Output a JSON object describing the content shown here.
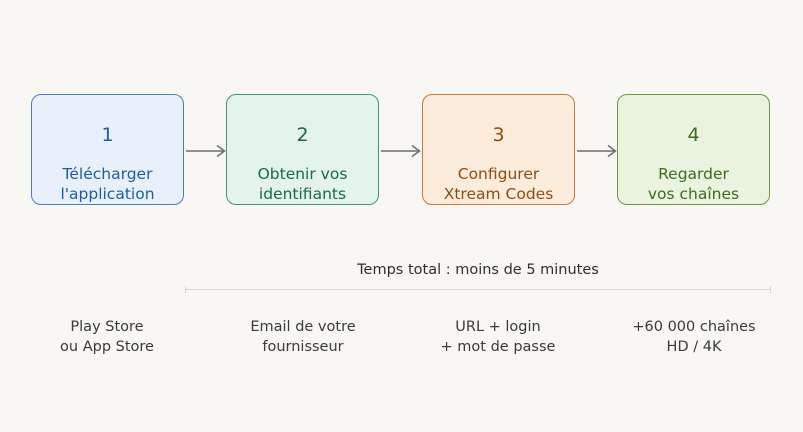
{
  "steps": [
    {
      "number": "1",
      "line1": "Télécharger",
      "line2": "l'application",
      "bg": "#e8f1fb",
      "border": "#4a7fc0",
      "text": "#1f5c9e"
    },
    {
      "number": "2",
      "line1": "Obtenir vos",
      "line2": "identifiants",
      "bg": "#e4f3ec",
      "border": "#3f9a70",
      "text": "#176a48"
    },
    {
      "number": "3",
      "line1": "Configurer",
      "line2": "Xtream Codes",
      "bg": "#fcecdb",
      "border": "#c27b3a",
      "text": "#8f4d12"
    },
    {
      "number": "4",
      "line1": "Regarder",
      "line2": "vos chaînes",
      "bg": "#e9f3df",
      "border": "#6e9a45",
      "text": "#3f6b1d"
    }
  ],
  "total_time": "Temps total : moins de 5 minutes",
  "details": [
    {
      "line1": "Play Store",
      "line2": "ou App Store"
    },
    {
      "line1": "Email de votre",
      "line2": "fournisseur"
    },
    {
      "line1": "URL + login",
      "line2": "+ mot de passe"
    },
    {
      "line1": "+60 000 chaînes",
      "line2": "HD / 4K"
    }
  ],
  "colors": {
    "background": "#f9f7f3",
    "arrow": "#6f6f6f",
    "timeline": "#d8d6d1"
  }
}
